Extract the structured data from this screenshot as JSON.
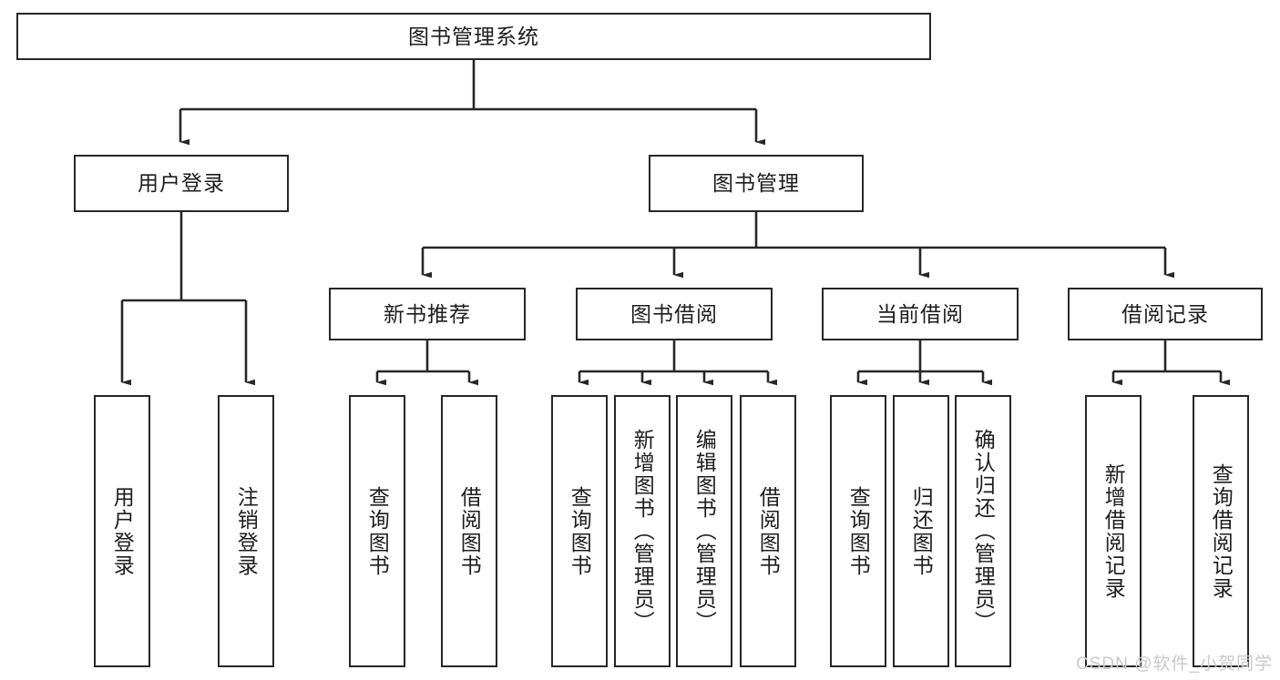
{
  "diagram": {
    "title": "图书管理系统",
    "type": "tree",
    "root": {
      "label": "图书管理系统"
    },
    "level2": [
      {
        "label": "用户登录"
      },
      {
        "label": "图书管理"
      }
    ],
    "level3": [
      {
        "label": "新书推荐"
      },
      {
        "label": "图书借阅"
      },
      {
        "label": "当前借阅"
      },
      {
        "label": "借阅记录"
      }
    ],
    "leaves": {
      "user_login": [
        {
          "label": "用户登录"
        },
        {
          "label": "注销登录"
        }
      ],
      "new_book": [
        {
          "label": "查询图书"
        },
        {
          "label": "借阅图书"
        }
      ],
      "book_borrow": [
        {
          "label": "查询图书"
        },
        {
          "label": "新增图书（管理员）"
        },
        {
          "label": "编辑图书（管理员）"
        },
        {
          "label": "借阅图书"
        }
      ],
      "current_borrow": [
        {
          "label": "查询图书"
        },
        {
          "label": "归还图书"
        },
        {
          "label": "确认归还（管理员）"
        }
      ],
      "borrow_record": [
        {
          "label": "新增借阅记录"
        },
        {
          "label": "查询借阅记录"
        }
      ]
    }
  },
  "colors": {
    "stroke": "#272727",
    "text": "#1d1d1d",
    "background": "#ffffff",
    "watermark": "#c9c9c9"
  },
  "watermark": {
    "text": "CSDN @软件_小贺同学"
  }
}
